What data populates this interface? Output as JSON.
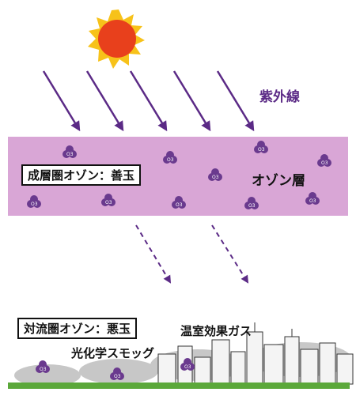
{
  "labels": {
    "uv": "紫外線",
    "stratospheric_ozone": "成層圏オゾン：善玉",
    "ozone_layer": "オゾン層",
    "tropospheric_ozone": "対流圏オゾン：悪玉",
    "greenhouse_gas": "温室効果ガス",
    "photochemical_smog": "光化学スモッグ"
  },
  "molecule_label": "O3",
  "colors": {
    "sun_core": "#e8401c",
    "sun_rays": "#f7c21a",
    "uv_arrow": "#5b2a86",
    "ozone_band": "#d9a6d6",
    "molecule": "#6a3a8e",
    "ground": "#5ba83a",
    "smog": "#9a9a9a"
  },
  "icons": [
    "sun-icon",
    "uv-arrow-icon",
    "ozone-molecule-icon",
    "city-skyline-icon"
  ]
}
